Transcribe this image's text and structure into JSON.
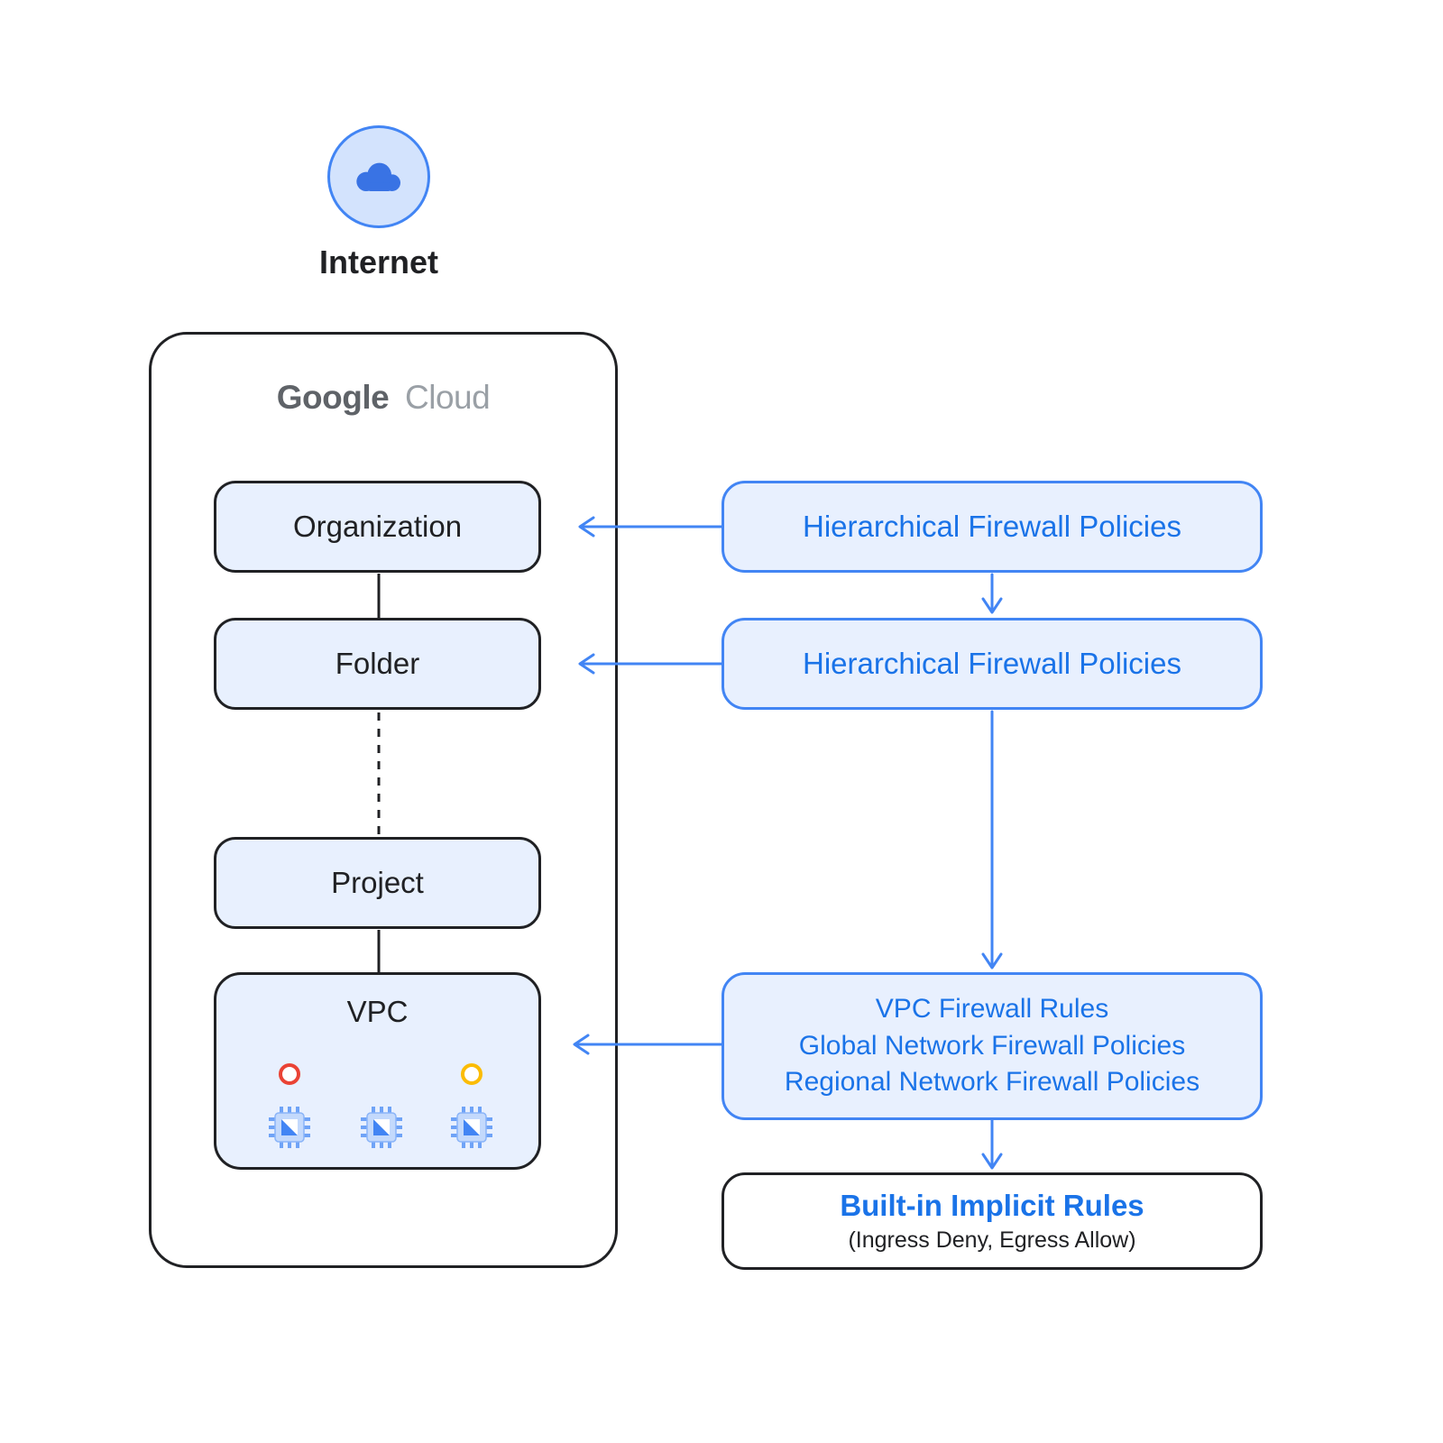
{
  "colors": {
    "blue": "#4285F4",
    "blue-text": "#1A73E8",
    "box-fill": "#E8F0FE",
    "circle-fill": "#D3E3FD",
    "ink": "#202124",
    "gray": "#5F6368",
    "gray-light": "#9AA0A6",
    "red": "#EA4335",
    "yellow": "#FBBC04"
  },
  "internet": {
    "label": "Internet"
  },
  "google_cloud": {
    "brand_primary": "Google",
    "brand_secondary": "Cloud"
  },
  "hierarchy": {
    "organization": "Organization",
    "folder": "Folder",
    "project": "Project",
    "vpc": "VPC"
  },
  "policies": {
    "hierarchical_1": "Hierarchical Firewall Policies",
    "hierarchical_2": "Hierarchical Firewall Policies",
    "vpc_rules_lines": [
      "VPC Firewall Rules",
      "Global Network Firewall Policies",
      "Regional Network Firewall Policies"
    ],
    "builtin_title": "Built-in Implicit Rules",
    "builtin_subtitle": "(Ingress Deny, Egress Allow)"
  }
}
